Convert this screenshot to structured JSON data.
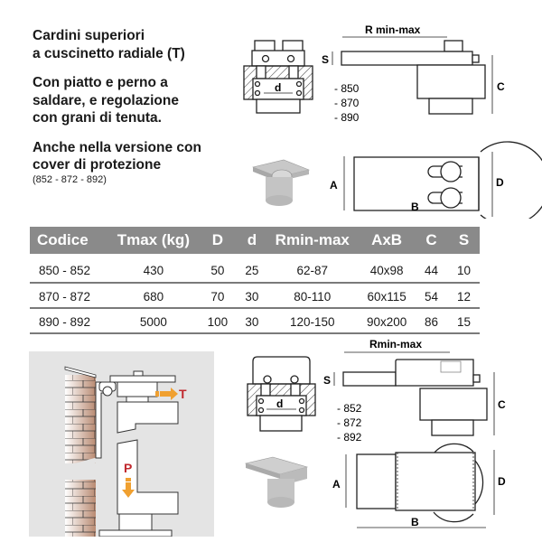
{
  "intro": {
    "title_line1": "Cardini superiori",
    "title_line2": "a cuscinetto radiale (T)",
    "desc_line1": "Con piatto e perno a",
    "desc_line2": "saldare, e regolazione",
    "desc_line3": "con grani di tenuta.",
    "cover_line1": "Anche nella versione con",
    "cover_line2": "cover di protezione",
    "cover_codes": "(852 - 872 - 892)"
  },
  "drawing_top": {
    "label_r": "R min-max",
    "label_s": "S",
    "label_c": "C",
    "label_d_small": "d",
    "codes": [
      "- 850",
      "- 870",
      "- 890"
    ],
    "label_a": "A",
    "label_b": "B",
    "label_d_big": "D"
  },
  "drawing_bottom": {
    "label_r": "Rmin-max",
    "label_s": "S",
    "label_c": "C",
    "label_d_small": "d",
    "codes": [
      "- 852",
      "- 872",
      "- 892"
    ],
    "label_a": "A",
    "label_b": "B",
    "label_d_big": "D"
  },
  "table": {
    "headers": [
      "Codice",
      "Tmax (kg)",
      "D",
      "d",
      "Rmin-max",
      "AxB",
      "C",
      "S"
    ],
    "rows": [
      [
        "850 - 852",
        "430",
        "50",
        "25",
        "62-87",
        "40x98",
        "44",
        "10"
      ],
      [
        "870 - 872",
        "680",
        "70",
        "30",
        "80-110",
        "60x115",
        "54",
        "12"
      ],
      [
        "890 - 892",
        "5000",
        "100",
        "30",
        "120-150",
        "90x200",
        "86",
        "15"
      ]
    ]
  },
  "scene": {
    "label_t": "T",
    "label_p": "P",
    "arrow_color": "#f0a030",
    "label_color": "#c0282d",
    "brick_color": "#b98a72"
  },
  "colors": {
    "header_bg": "#8a8a8a",
    "header_text": "#ffffff",
    "row_rule": "#7a7a7a"
  }
}
